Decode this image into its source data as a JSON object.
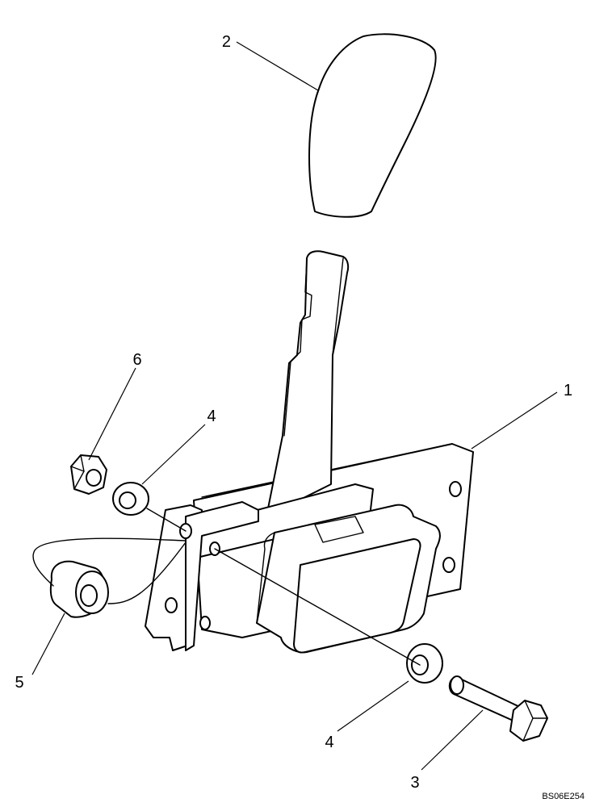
{
  "callouts": {
    "c1": "1",
    "c2": "2",
    "c3": "3",
    "c4a": "4",
    "c4b": "4",
    "c5": "5",
    "c6": "6"
  },
  "reference_code": "BS06E254",
  "line_color": "#000000",
  "background_color": "#ffffff"
}
